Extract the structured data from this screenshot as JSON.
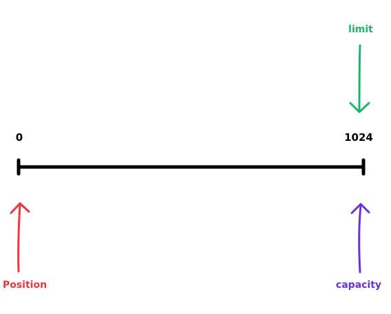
{
  "diagram": {
    "labels": {
      "start_value": "0",
      "end_value": "1024",
      "limit": "limit",
      "position": "Position",
      "capacity": "capacity"
    },
    "colors": {
      "line": "#000000",
      "limit": "#1fb36a",
      "position": "#f0353f",
      "capacity": "#6a2fe0",
      "tick_label": "#000000"
    }
  }
}
